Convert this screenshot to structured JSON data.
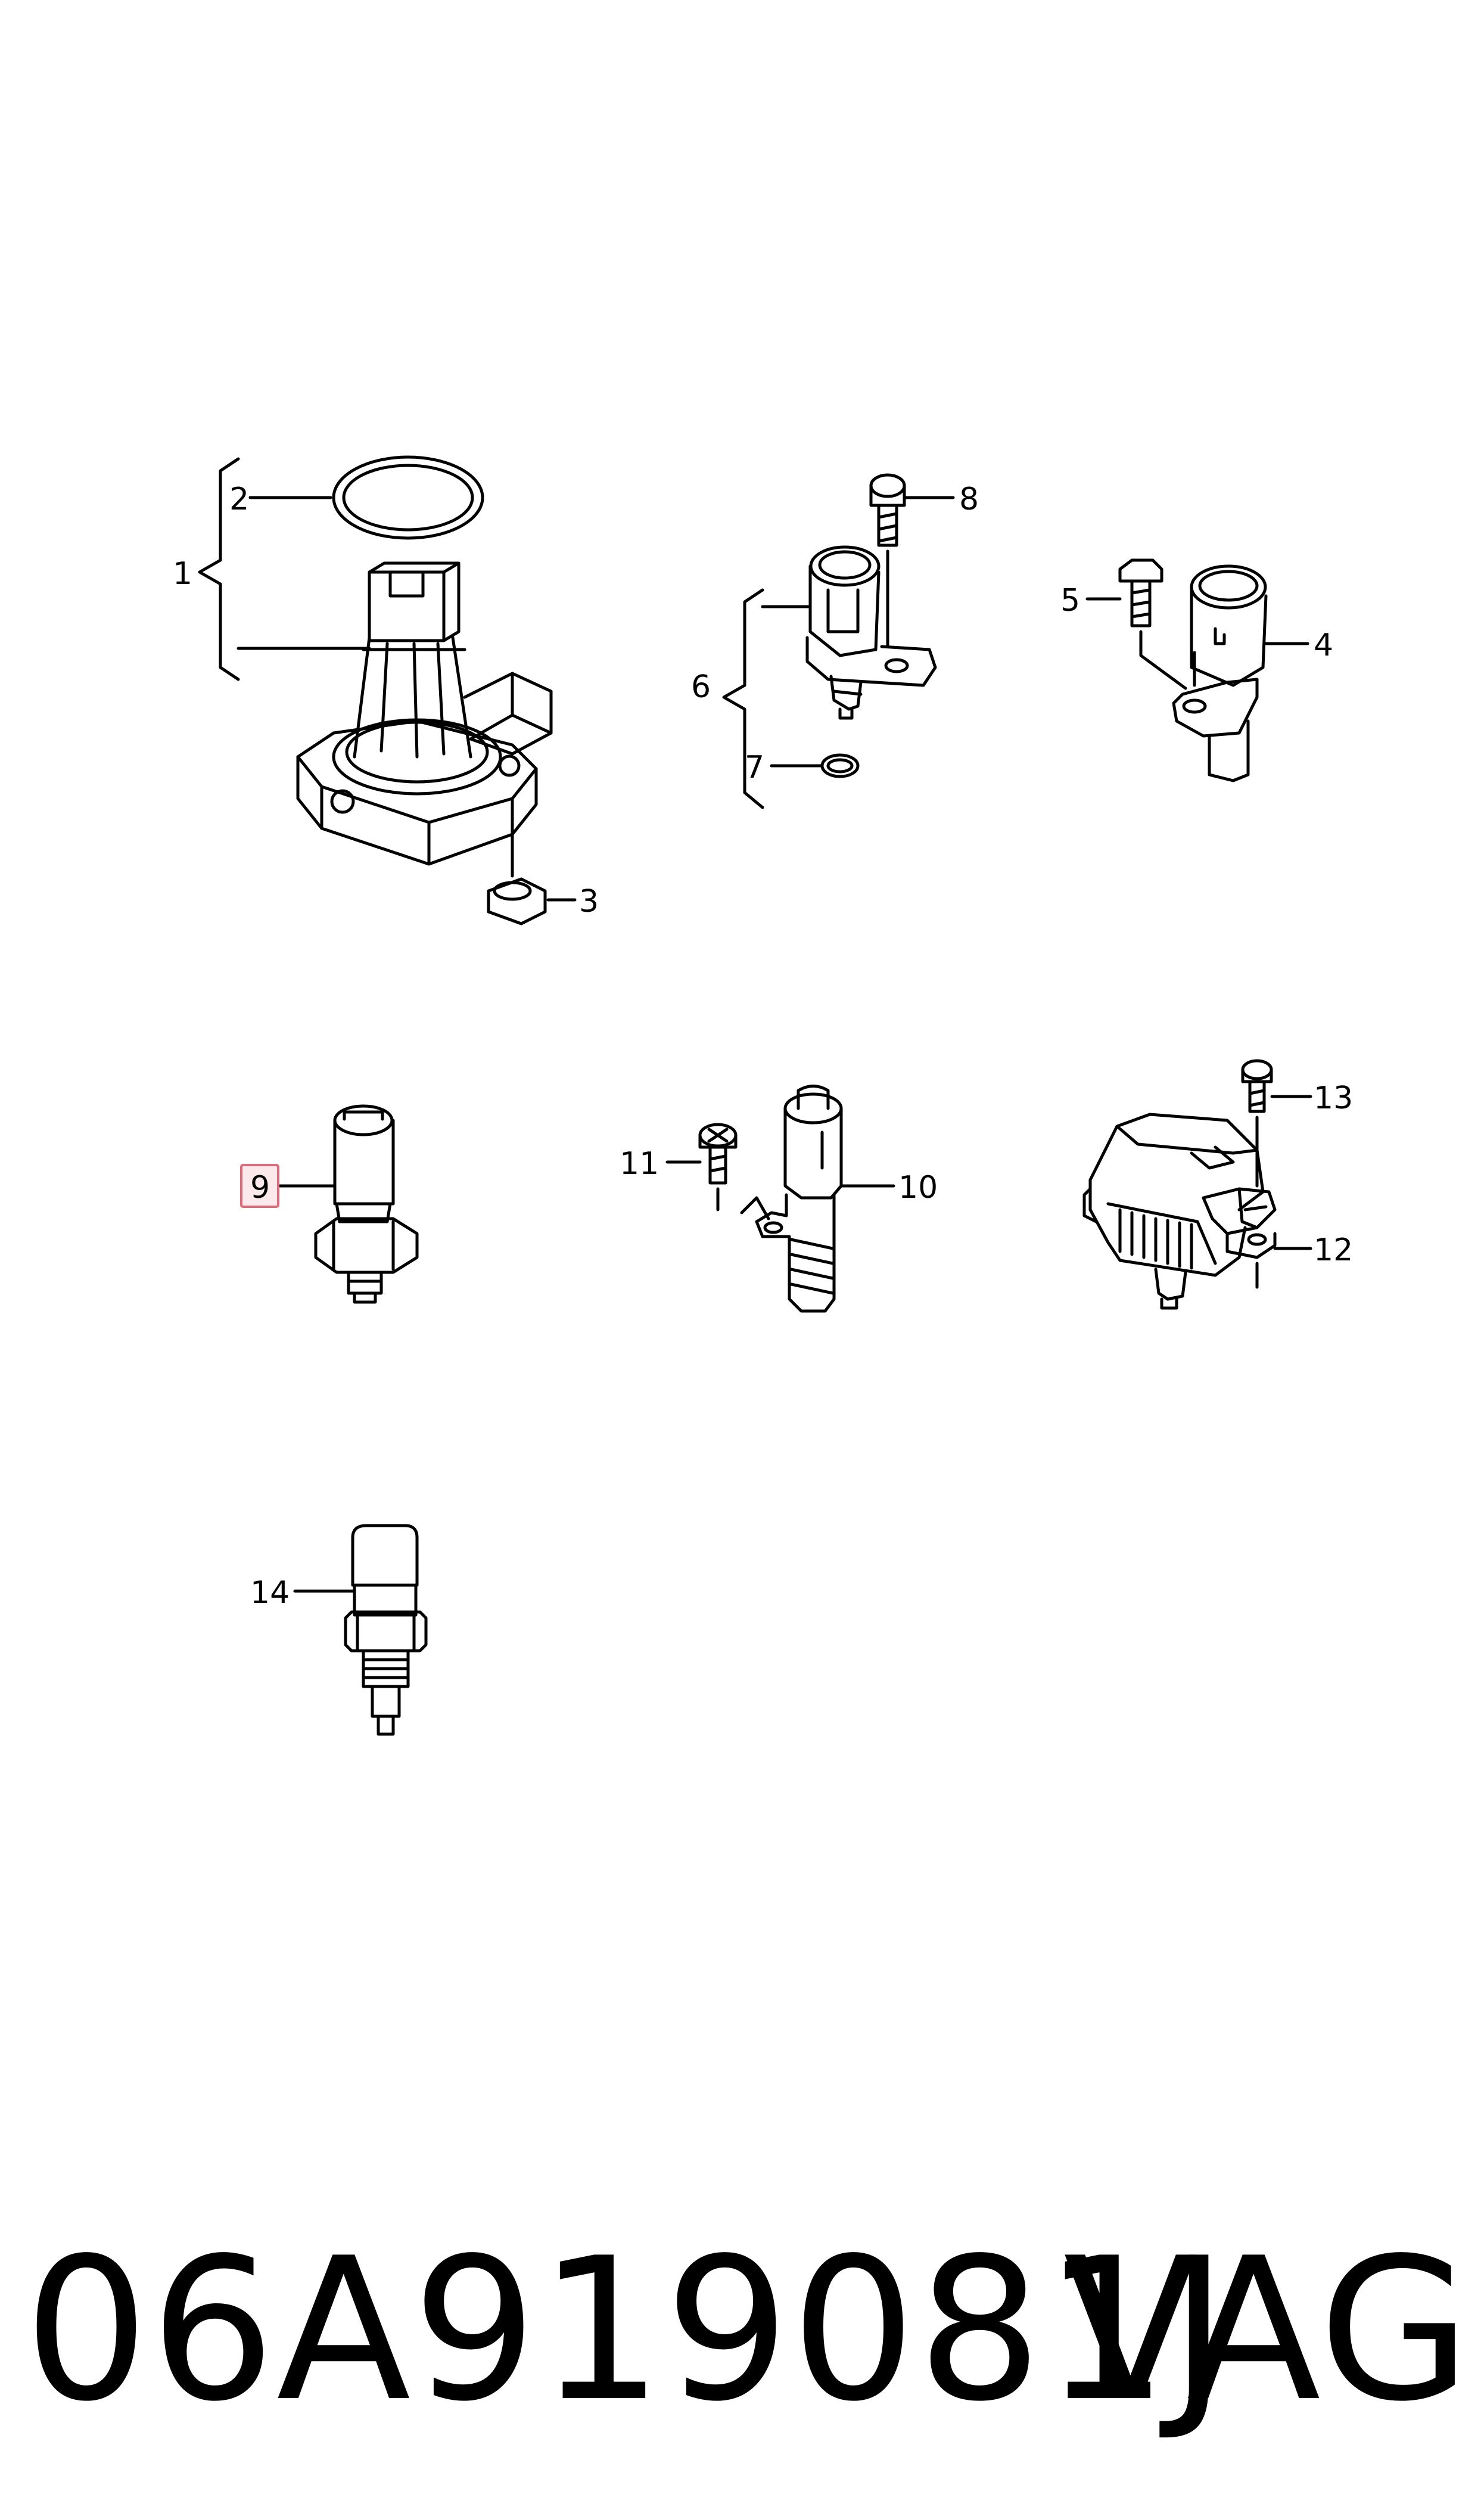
{
  "callouts": {
    "c1": "1",
    "c2": "2",
    "c3": "3",
    "c4": "4",
    "c5": "5",
    "c6": "6",
    "c7": "7",
    "c8": "8",
    "c9": "9",
    "c10": "10",
    "c11": "11",
    "c12": "12",
    "c13": "13",
    "c14": "14"
  },
  "highlight": {
    "callout": "9",
    "border": "#e06a7a",
    "fill": "#fbe9ec"
  },
  "footer": {
    "part_number": "06A919081J",
    "brand": "VAG"
  }
}
